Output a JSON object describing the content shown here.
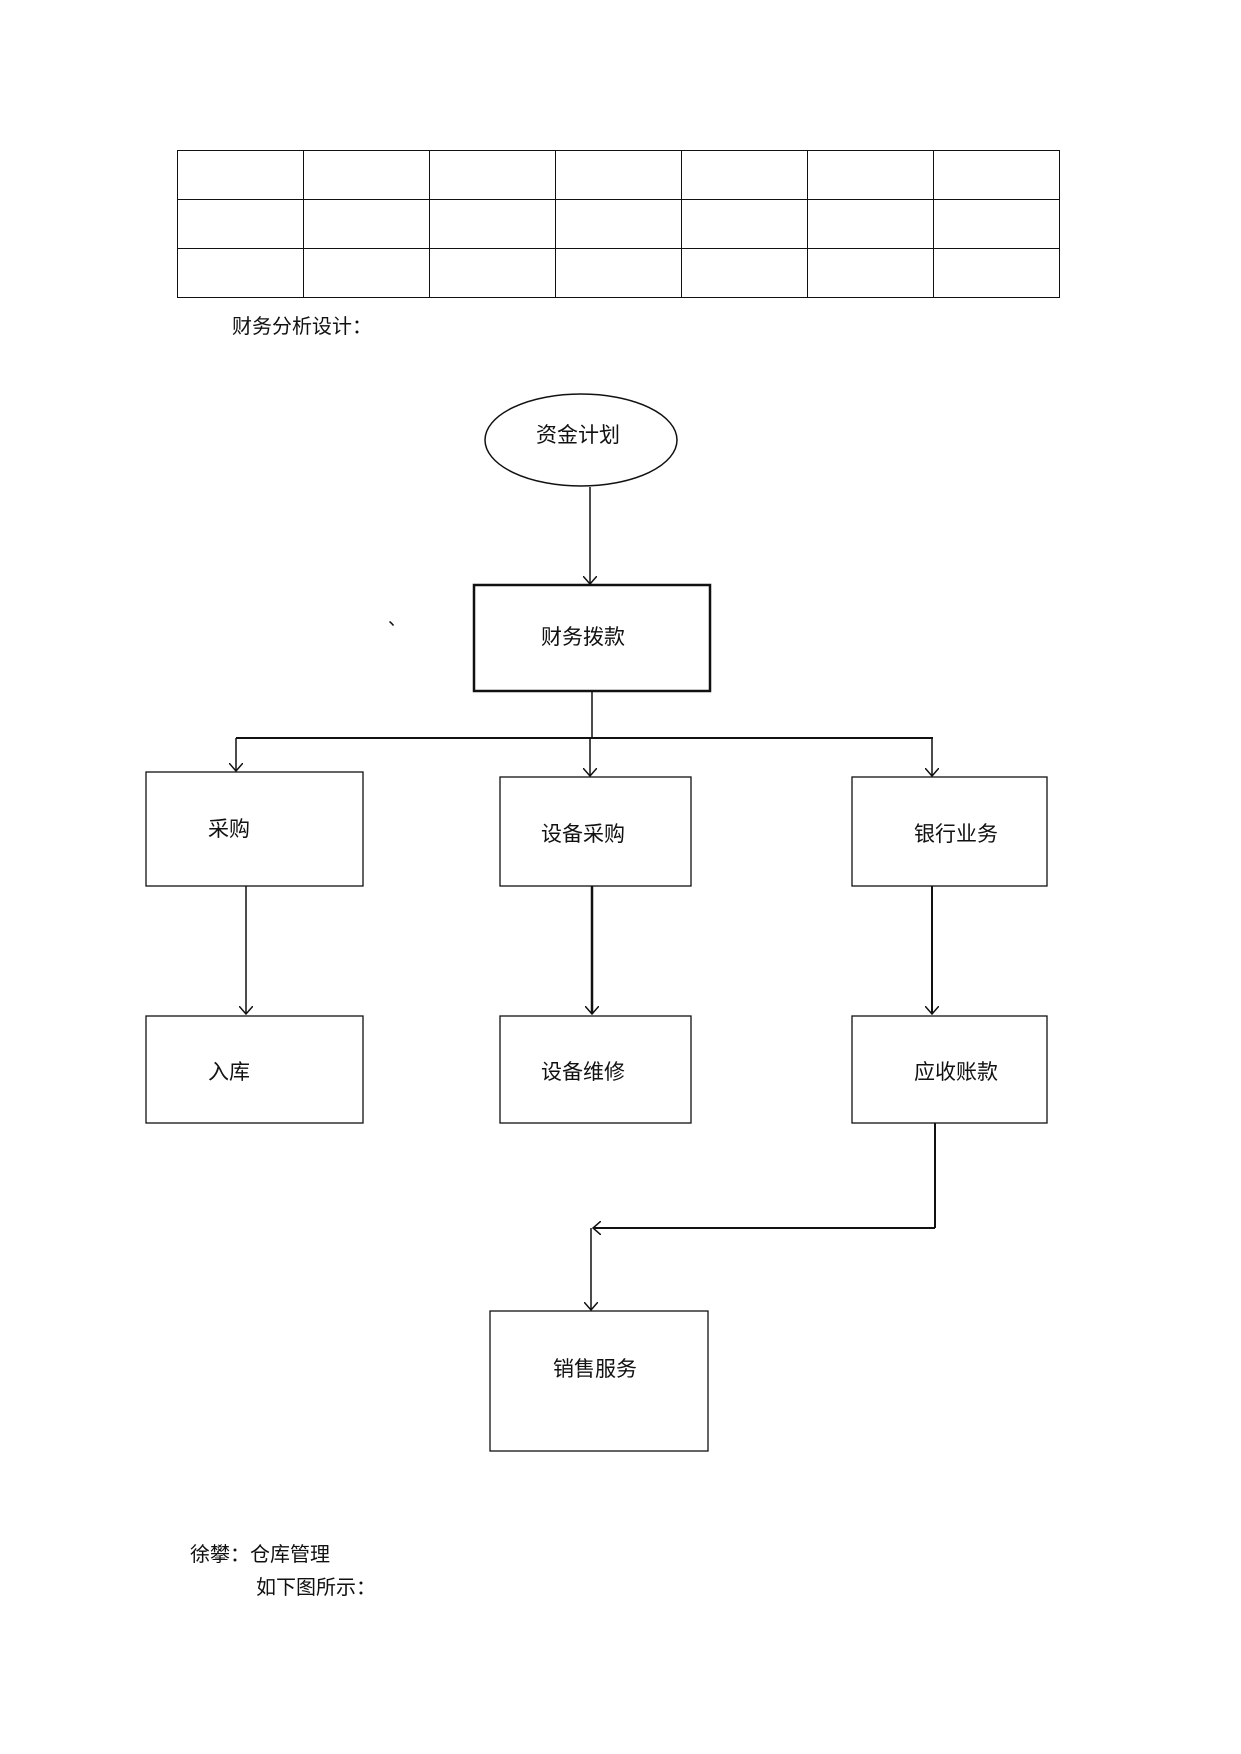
{
  "table": {
    "rows": 3,
    "columns": 7
  },
  "section_heading": "财务分析设计：",
  "diagram": {
    "start": "资金计划",
    "allocation": "财务拨款",
    "branches": [
      {
        "node": "采购",
        "child": "入库"
      },
      {
        "node": "设备采购",
        "child": "设备维修"
      },
      {
        "node": "银行业务",
        "child": "应收账款"
      }
    ],
    "end": "销售服务"
  },
  "stray_mark": "、",
  "footer": {
    "assignment": "徐攀：仓库管理",
    "caption": "如下图所示："
  }
}
